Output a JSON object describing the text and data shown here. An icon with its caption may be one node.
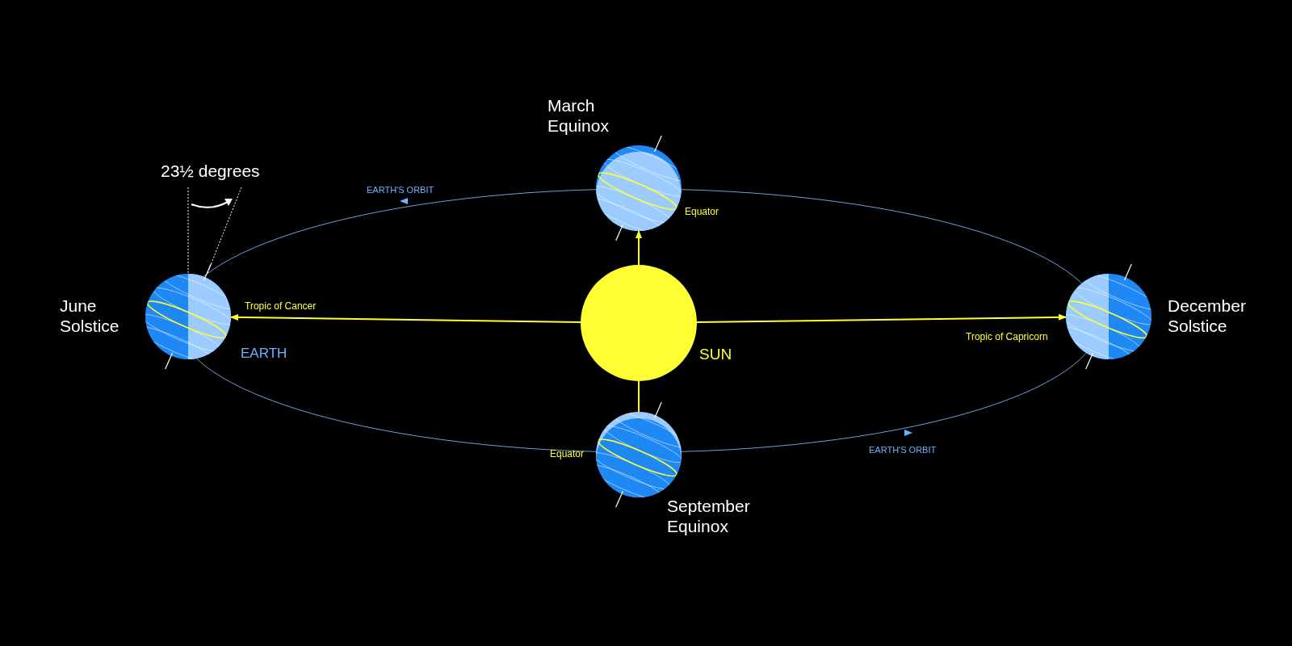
{
  "diagram": {
    "nodes": [
      {
        "text": [],
        "shape": "circle",
        "beside": [
          "SUN"
        ]
      },
      {
        "text": [],
        "shape": "picture",
        "beside": [
          "June Solstice",
          "EARTH"
        ]
      },
      {
        "text": [],
        "shape": "picture",
        "beside": [
          "March Equinox",
          "Equator"
        ]
      },
      {
        "text": [],
        "shape": "picture",
        "beside": [
          "December Solstice"
        ]
      },
      {
        "text": [],
        "shape": "picture",
        "beside": [
          "September Equinox",
          "Equator"
        ]
      }
    ],
    "edges": [
      {
        "from": 0,
        "to": 1,
        "arrow": "to",
        "label": "Tropic of Cancer"
      },
      {
        "from": 0,
        "to": 2,
        "arrow": "to"
      },
      {
        "from": 0,
        "to": 3,
        "arrow": "to",
        "label": "Tropic of Capricorn"
      },
      {
        "from": 0,
        "to": 4,
        "arrow": "none"
      }
    ],
    "labels": [
      "23½ degrees",
      "EARTH'S ORBIT",
      "EARTH'S ORBIT"
    ]
  }
}
